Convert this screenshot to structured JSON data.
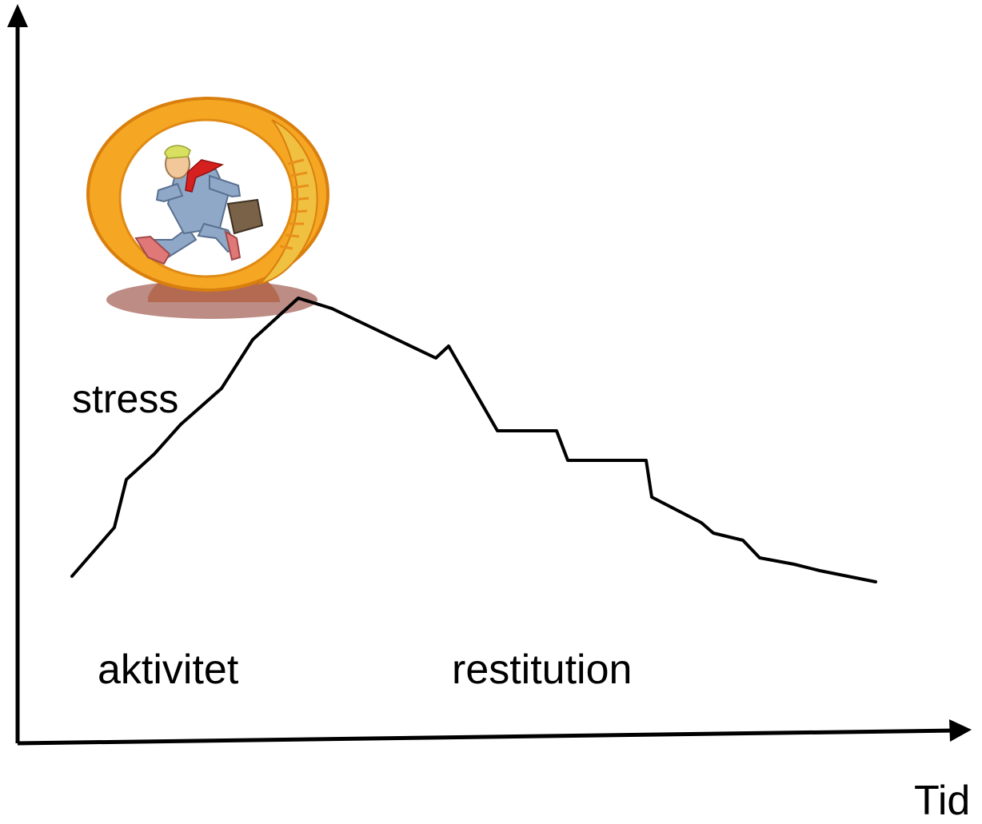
{
  "diagram": {
    "labels": {
      "stress": "stress",
      "activity": "aktivitet",
      "recovery": "restitution",
      "x_axis": "Tid"
    },
    "illustration": {
      "subject": "businessman-in-hamster-wheel",
      "colors": {
        "wheel": "#f5a623",
        "wheel_dark": "#d97f0e",
        "suit": "#8fa8c8",
        "tie": "#d62020",
        "base": "#b46a50",
        "shadow": "#b07870"
      }
    },
    "colors": {
      "line": "#000000",
      "axis": "#000000"
    }
  }
}
